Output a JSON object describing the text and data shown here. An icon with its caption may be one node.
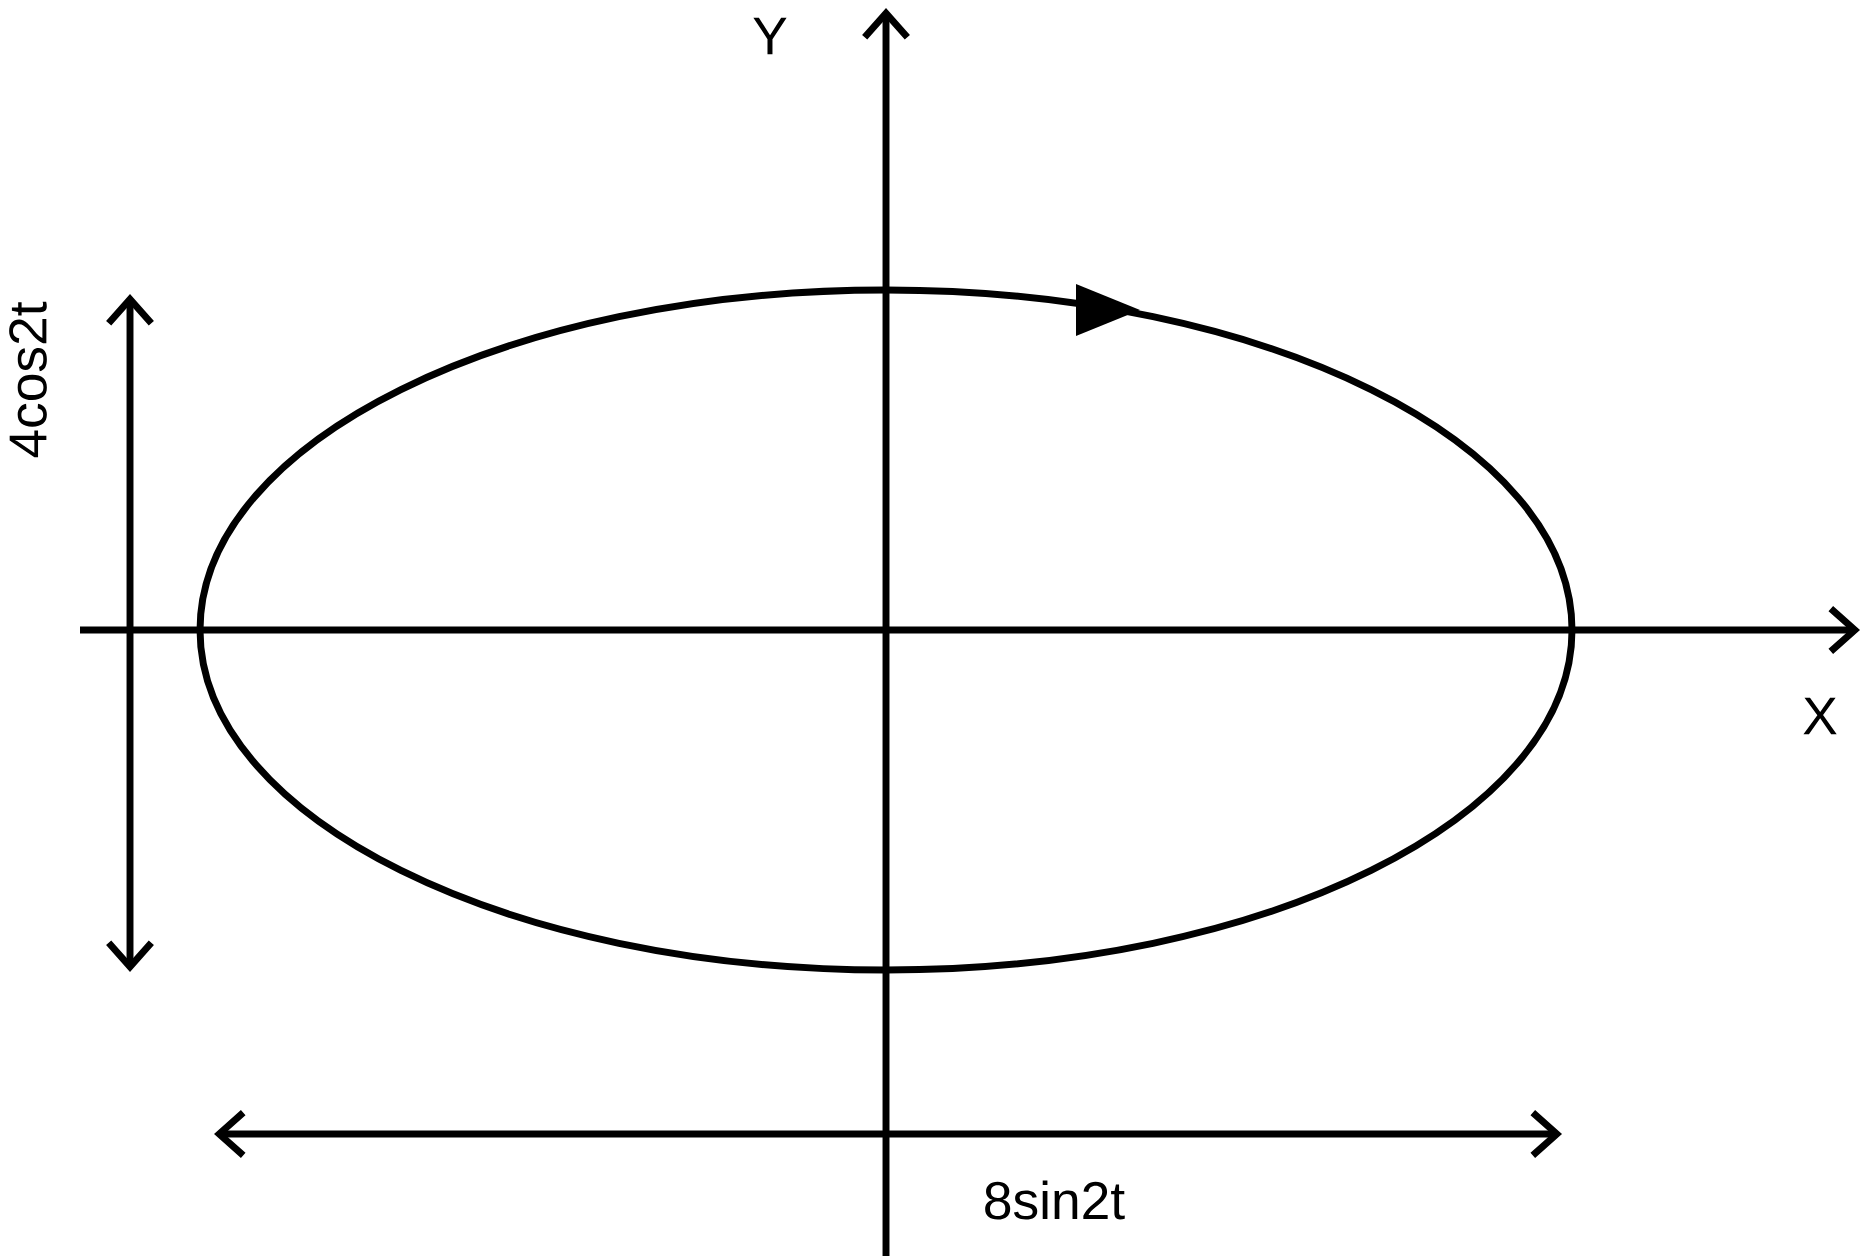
{
  "diagram": {
    "labels": [
      "Y",
      "4cos2t",
      "X",
      "8sin2t"
    ]
  }
}
